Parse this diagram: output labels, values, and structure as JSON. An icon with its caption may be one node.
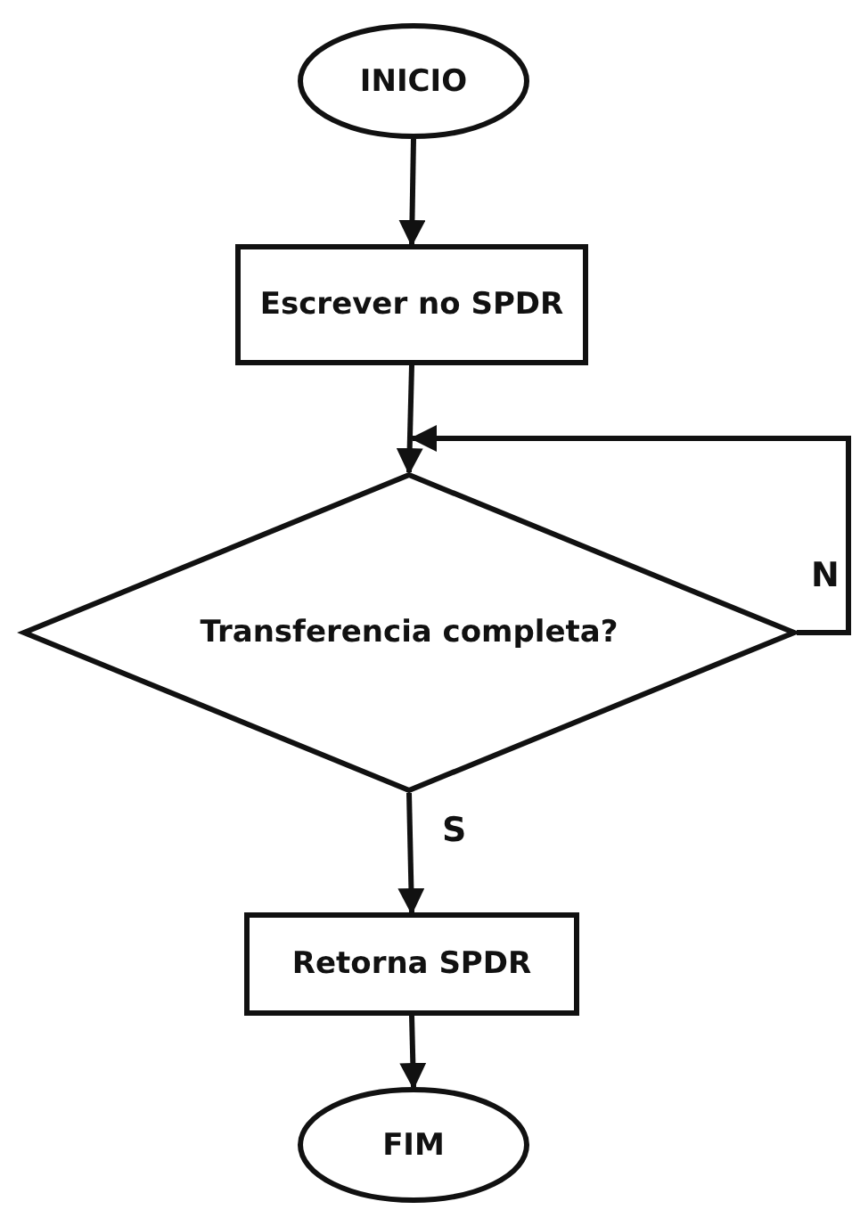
{
  "diagram": {
    "nodes": [
      {
        "text": [
          "INICIO"
        ]
      },
      {
        "text": [
          "Escrever no SPDR"
        ]
      },
      {
        "text": [
          "Transferencia completa?"
        ]
      },
      {
        "text": [
          "Retorna SPDR"
        ]
      },
      {
        "text": [
          "FIM"
        ]
      }
    ],
    "edges": [
      {
        "from": 0,
        "to": 1,
        "arrow": "to"
      },
      {
        "from": 1,
        "to": 2,
        "arrow": "to"
      },
      {
        "from": 2,
        "to": 2,
        "arrow": "to",
        "label": "N"
      },
      {
        "from": 2,
        "to": 3,
        "arrow": "to",
        "label": "S"
      },
      {
        "from": 3,
        "to": 4,
        "arrow": "to"
      }
    ]
  }
}
